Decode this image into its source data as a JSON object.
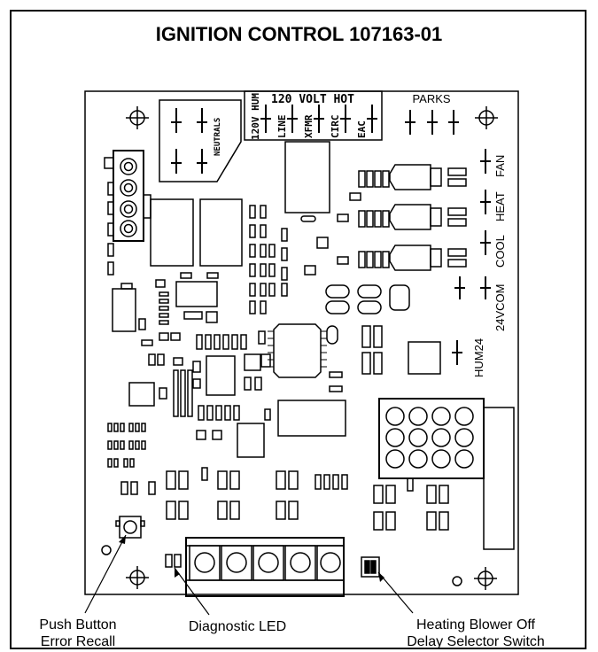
{
  "title": "IGNITION CONTROL 107163-01",
  "board": {
    "header_120v": "120 VOLT HOT",
    "terminals_120v": [
      "120V HUM",
      "LINE",
      "XFMR",
      "CIRC",
      "EAC"
    ],
    "neutrals": "NEUTRALS",
    "parks": "PARKS",
    "right_terminals": [
      "FAN",
      "HEAT",
      "COOL",
      "24VCOM",
      "HUM24"
    ]
  },
  "callouts": {
    "push_button": [
      "Push Button",
      "Error Recall"
    ],
    "diagnostic_led": "Diagnostic LED",
    "selector_switch": [
      "Heating Blower Off",
      "Delay Selector Switch"
    ]
  }
}
